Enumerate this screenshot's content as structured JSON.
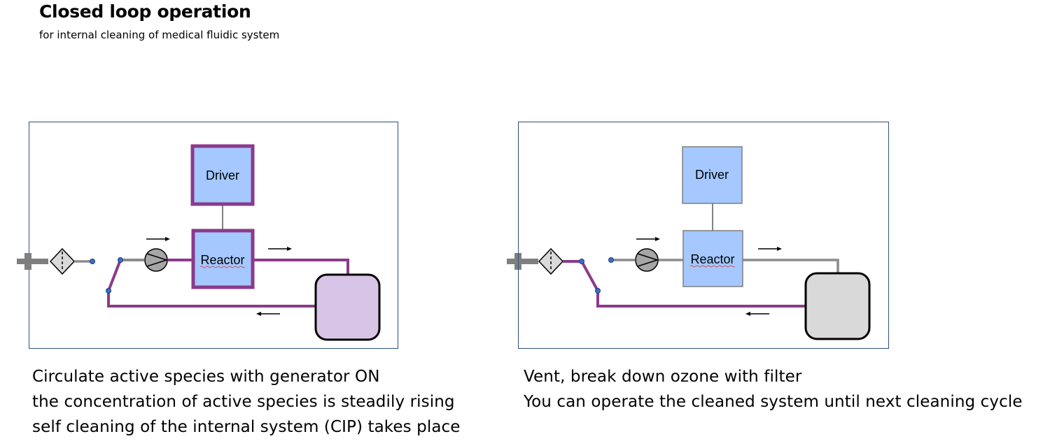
{
  "header": {
    "title": "Closed loop operation",
    "subtitle": "for internal cleaning of medical fluidic system"
  },
  "diagrams": [
    {
      "driver_label": "Driver",
      "reactor_label": "Reactor",
      "loop_color": "#8b3a8b",
      "tank_fill": "#d7c4e6",
      "generator_on": true,
      "caption_lines": [
        "Circulate active species with generator ON",
        "the concentration of active species is steadily rising",
        "self cleaning of the internal system (CIP) takes place"
      ]
    },
    {
      "driver_label": "Driver",
      "reactor_label": "Reactor",
      "loop_color": "#8b3a8b",
      "tank_fill": "#d9d9d9",
      "generator_on": false,
      "caption_lines": [
        "Vent, break down ozone with filter",
        "You can operate the cleaned system until next cleaning cycle"
      ]
    }
  ],
  "colors": {
    "box_fill": "#a4c8ff",
    "pipe_gray": "#8c8c8c",
    "node_blue": "#3d6fc4",
    "frame": "#2f4f7f"
  }
}
